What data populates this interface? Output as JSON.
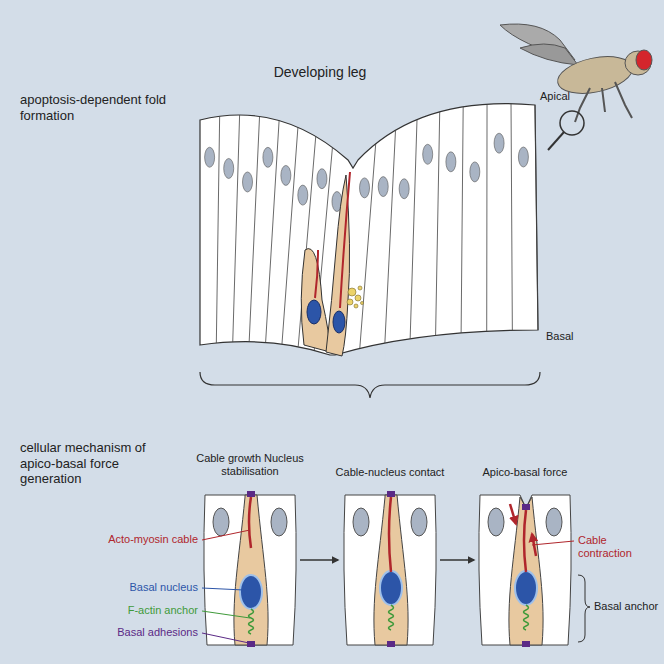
{
  "diagram": {
    "labels": [
      "apoptosis-dependent fold formation",
      "Developing leg",
      "Apical",
      "Basal",
      "cellular mechanism of apico-basal force generation",
      "Cable growth Nucleus stabilisation",
      "Cable-nucleus contact",
      "Apico-basal force",
      "Acto-myosin cable",
      "Basal nucleus",
      "F-actin anchor",
      "Basal adhesions",
      "Cable contraction",
      "Basal anchor"
    ]
  }
}
